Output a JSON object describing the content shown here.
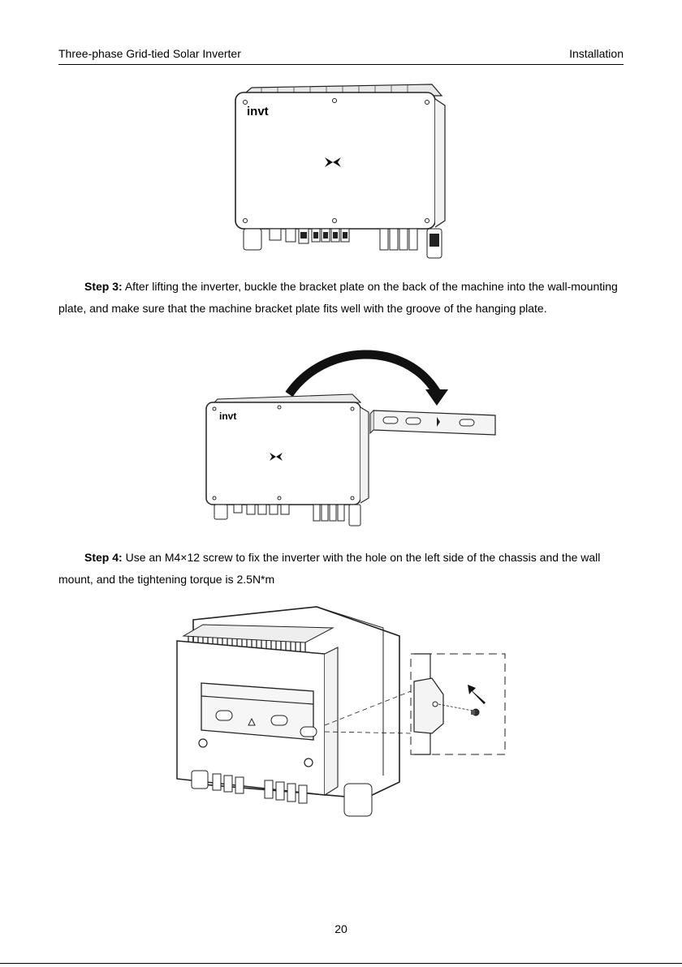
{
  "header": {
    "title": "Three-phase Grid-tied Solar Inverter",
    "section": "Installation"
  },
  "figures": {
    "fig1_logo": "invt",
    "fig2_logo": "invt"
  },
  "step3": {
    "label": "Step 3:",
    "text": "After lifting the inverter, buckle the bracket plate on the back of the machine into the wall-mounting plate, and make sure that the machine bracket plate fits well with the groove of the hanging plate."
  },
  "step4": {
    "label": "Step 4:",
    "text": "Use an M4×12 screw to fix the inverter with the hole on the left side of the chassis and the wall mount, and the tightening torque is 2.5N*m"
  },
  "page_number": "20"
}
